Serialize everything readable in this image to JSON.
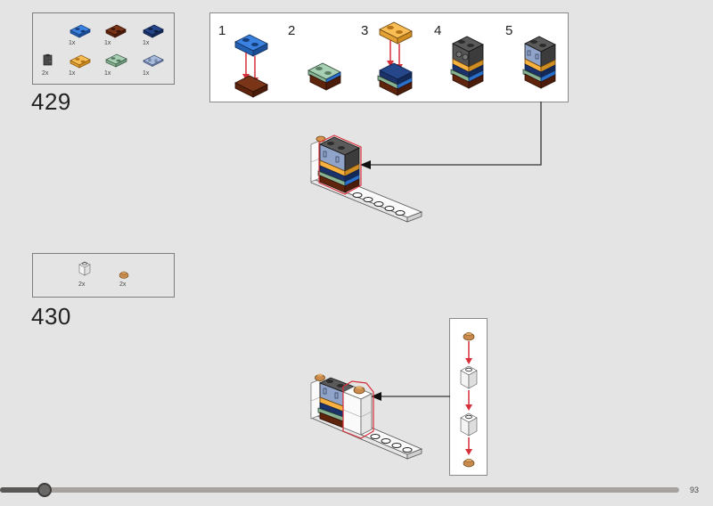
{
  "page": {
    "number": "93",
    "progress_fraction": 0.066,
    "background": "#e4e4e4"
  },
  "steps": [
    {
      "number": "429",
      "parts": [
        {
          "name": "blue-plate-1x2",
          "qty": "1x",
          "color": "#2a6fc9"
        },
        {
          "name": "reddish-brown-plate-1x2",
          "qty": "1x",
          "color": "#6b2a12"
        },
        {
          "name": "dark-blue-plate-1x2",
          "qty": "1x",
          "color": "#1f3b78"
        },
        {
          "name": "dark-stone-gray-brick-1x1-studs-on-side",
          "qty": "2x",
          "color": "#555555"
        },
        {
          "name": "bright-light-orange-plate-1x2",
          "qty": "1x",
          "color": "#f7b13f"
        },
        {
          "name": "sand-green-plate-1x2-clip",
          "qty": "1x",
          "color": "#8fbfa0"
        },
        {
          "name": "sand-blue-tile-1x2-printed",
          "qty": "1x",
          "color": "#8fa4c8"
        }
      ],
      "substeps": [
        "1",
        "2",
        "3",
        "4",
        "5"
      ]
    },
    {
      "number": "430",
      "parts": [
        {
          "name": "white-brick-1x1",
          "qty": "2x",
          "color": "#ffffff"
        },
        {
          "name": "medium-nougat-round-plate-1x1",
          "qty": "2x",
          "color": "#c98b4d"
        }
      ]
    }
  ],
  "colors": {
    "arrow_red": "#d6303a",
    "callout_line": "#333333",
    "highlight_red": "#d6303a"
  }
}
